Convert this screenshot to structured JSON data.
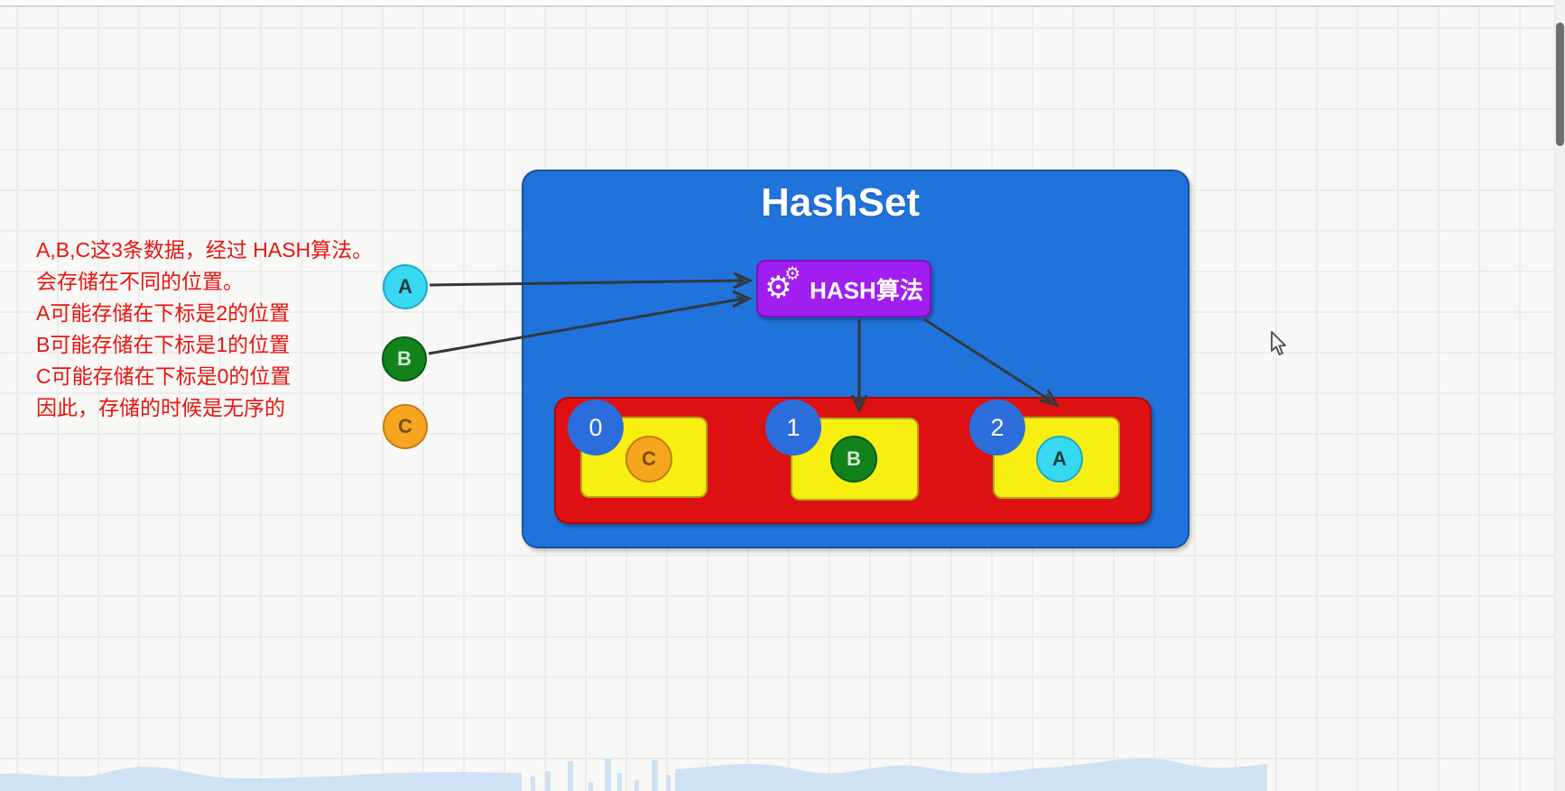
{
  "annotation": {
    "color": "#e8150f",
    "lines": [
      "A,B,C这3条数据，经过 HASH算法。",
      "会存储在不同的位置。",
      "A可能存储在下标是2的位置",
      "B可能存储在下标是1的位置",
      "C可能存储在下标是0的位置",
      "因此，存储的时候是无序的"
    ]
  },
  "diagram": {
    "title": "HashSet",
    "hash_box": {
      "label": "HASH算法",
      "icon": "gears-icon",
      "color": "#a01ef0"
    },
    "inputs": [
      {
        "label": "A",
        "color": "#38d9f0"
      },
      {
        "label": "B",
        "color": "#12821b"
      },
      {
        "label": "C",
        "color": "#f6a51f"
      }
    ],
    "buckets": [
      {
        "index": "0",
        "value": "C",
        "value_color": "#f6a51f"
      },
      {
        "index": "1",
        "value": "B",
        "value_color": "#12821b"
      },
      {
        "index": "2",
        "value": "A",
        "value_color": "#38d9f0"
      }
    ],
    "colors": {
      "container": "#2173dc",
      "array": "#dd1111",
      "cell": "#f8ef12",
      "index_badge": "#2b6edb",
      "arrow": "#30393f"
    }
  },
  "player": {
    "waveform_icon": "audio-waveform",
    "waveform_color": "#cfe2f3"
  },
  "scrollbar": {
    "thumb_color": "#6e6e6e"
  },
  "cursor": "arrow-cursor-icon"
}
